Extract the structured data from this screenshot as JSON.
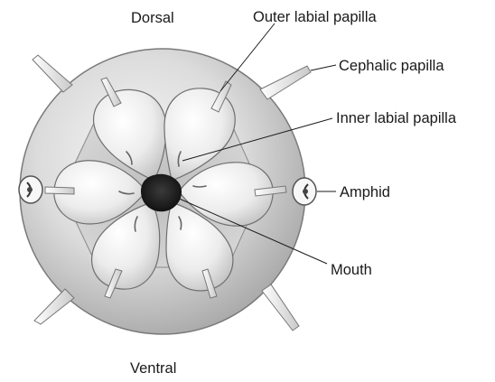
{
  "labels": {
    "dorsal": "Dorsal",
    "ventral": "Ventral",
    "outer_labial_papilla": "Outer labial papilla",
    "cephalic_papilla": "Cephalic papilla",
    "inner_labial_papilla": "Inner labial papilla",
    "amphid": "Amphid",
    "mouth": "Mouth"
  },
  "colors": {
    "head_light": "#f4f4f4",
    "head_dark": "#b9b9b9",
    "lip_light": "#fbfbfb",
    "lip_dark": "#cfcfcf",
    "mouth": "#1c1c1c",
    "line": "#1a1a1a"
  }
}
